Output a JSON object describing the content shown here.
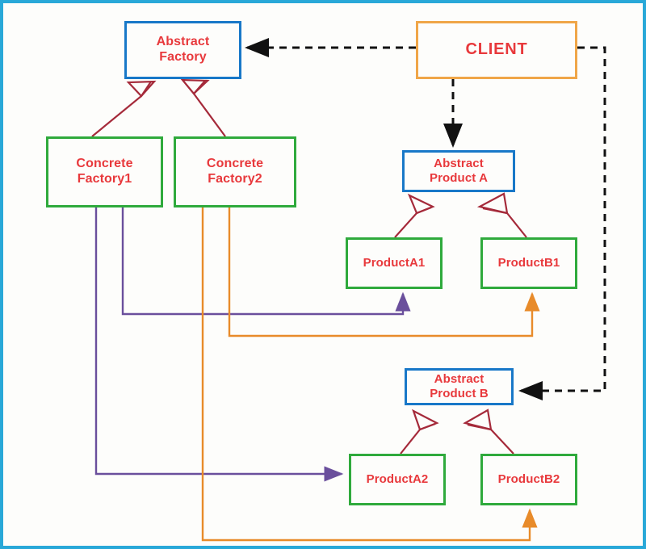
{
  "diagram": {
    "title": "Abstract Factory Pattern UML Class Diagram",
    "frame_color": "#29a8d8",
    "background": "#fdfdfb",
    "nodes": [
      {
        "id": "abstract_factory",
        "label": "Abstract\nFactory",
        "border_color": "#1878c8",
        "text_color": "#e8393c"
      },
      {
        "id": "client",
        "label": "CLIENT",
        "border_color": "#f0a648",
        "text_color": "#e8393c"
      },
      {
        "id": "concrete_factory1",
        "label": "Concrete\nFactory1",
        "border_color": "#2faa3c",
        "text_color": "#e8393c"
      },
      {
        "id": "concrete_factory2",
        "label": "Concrete\nFactory2",
        "border_color": "#2faa3c",
        "text_color": "#e8393c"
      },
      {
        "id": "abstract_product_a",
        "label": "Abstract\nProduct A",
        "border_color": "#1878c8",
        "text_color": "#e8393c"
      },
      {
        "id": "product_a1",
        "label": "ProductA1",
        "border_color": "#2faa3c",
        "text_color": "#e8393c"
      },
      {
        "id": "product_b1",
        "label": "ProductB1",
        "border_color": "#2faa3c",
        "text_color": "#e8393c"
      },
      {
        "id": "abstract_product_b",
        "label": "Abstract\nProduct B",
        "border_color": "#1878c8",
        "text_color": "#e8393c"
      },
      {
        "id": "product_a2",
        "label": "ProductA2",
        "border_color": "#2faa3c",
        "text_color": "#e8393c"
      },
      {
        "id": "product_b2",
        "label": "ProductB2",
        "border_color": "#2faa3c",
        "text_color": "#e8393c"
      }
    ],
    "edges": [
      {
        "id": "gen-cf1-af",
        "from": "concrete_factory1",
        "to": "abstract_factory",
        "type": "generalization",
        "color": "#a52a3a"
      },
      {
        "id": "gen-cf2-af",
        "from": "concrete_factory2",
        "to": "abstract_factory",
        "type": "generalization",
        "color": "#a52a3a"
      },
      {
        "id": "gen-pa1-apa",
        "from": "product_a1",
        "to": "abstract_product_a",
        "type": "generalization",
        "color": "#a52a3a"
      },
      {
        "id": "gen-pb1-apa",
        "from": "product_b1",
        "to": "abstract_product_a",
        "type": "generalization",
        "color": "#a52a3a"
      },
      {
        "id": "gen-pa2-apb",
        "from": "product_a2",
        "to": "abstract_product_b",
        "type": "generalization",
        "color": "#a52a3a"
      },
      {
        "id": "gen-pb2-apb",
        "from": "product_b2",
        "to": "abstract_product_b",
        "type": "generalization",
        "color": "#a52a3a"
      },
      {
        "id": "dep-client-af",
        "from": "client",
        "to": "abstract_factory",
        "type": "dependency",
        "color": "#111111"
      },
      {
        "id": "dep-client-apa",
        "from": "client",
        "to": "abstract_product_a",
        "type": "dependency",
        "color": "#111111"
      },
      {
        "id": "dep-client-apb",
        "from": "client",
        "to": "abstract_product_b",
        "type": "dependency",
        "color": "#111111"
      },
      {
        "id": "create-cf1-pa1",
        "from": "concrete_factory1",
        "to": "product_a1",
        "type": "creates",
        "color": "#6a4f9c"
      },
      {
        "id": "create-cf1-pa2",
        "from": "concrete_factory1",
        "to": "product_a2",
        "type": "creates",
        "color": "#6a4f9c"
      },
      {
        "id": "create-cf2-pb1",
        "from": "concrete_factory2",
        "to": "product_b1",
        "type": "creates",
        "color": "#e88b2a"
      },
      {
        "id": "create-cf2-pb2",
        "from": "concrete_factory2",
        "to": "product_b2",
        "type": "creates",
        "color": "#e88b2a"
      }
    ]
  }
}
